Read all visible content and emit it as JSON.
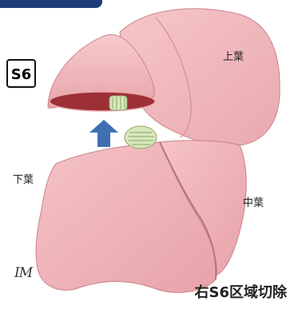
{
  "badge": {
    "text": "S6"
  },
  "labels": {
    "upper_lobe": "上葉",
    "lower_lobe": "下葉",
    "middle_lobe": "中葉"
  },
  "signature": "IM",
  "caption": "右S6区域切除",
  "colors": {
    "lung_fill": "#efb3b7",
    "lung_shade": "#c98289",
    "cut_surface": "#9d2f36",
    "bronchus_stump": "#d8e7bc",
    "arrow": "#3f6fb3",
    "banner": "#1f3c78"
  },
  "icons": {
    "direction_arrow": "arrow-up-icon"
  }
}
